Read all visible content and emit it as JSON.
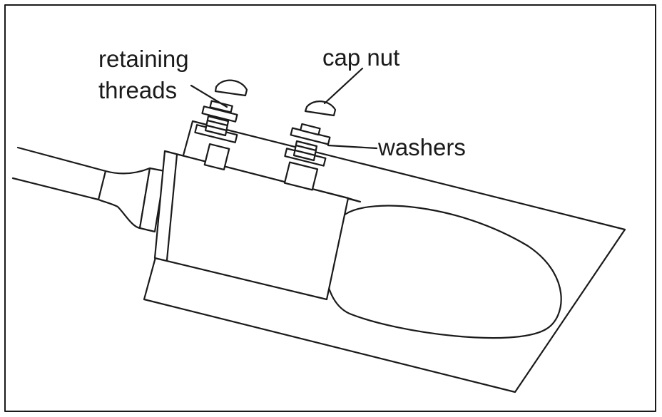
{
  "labels": {
    "retaining_line1": "retaining",
    "retaining_line2": "threads",
    "cap_nut": "cap nut",
    "washers": "washers"
  },
  "colors": {
    "stroke": "#1a1a1a",
    "background": "#ffffff"
  }
}
